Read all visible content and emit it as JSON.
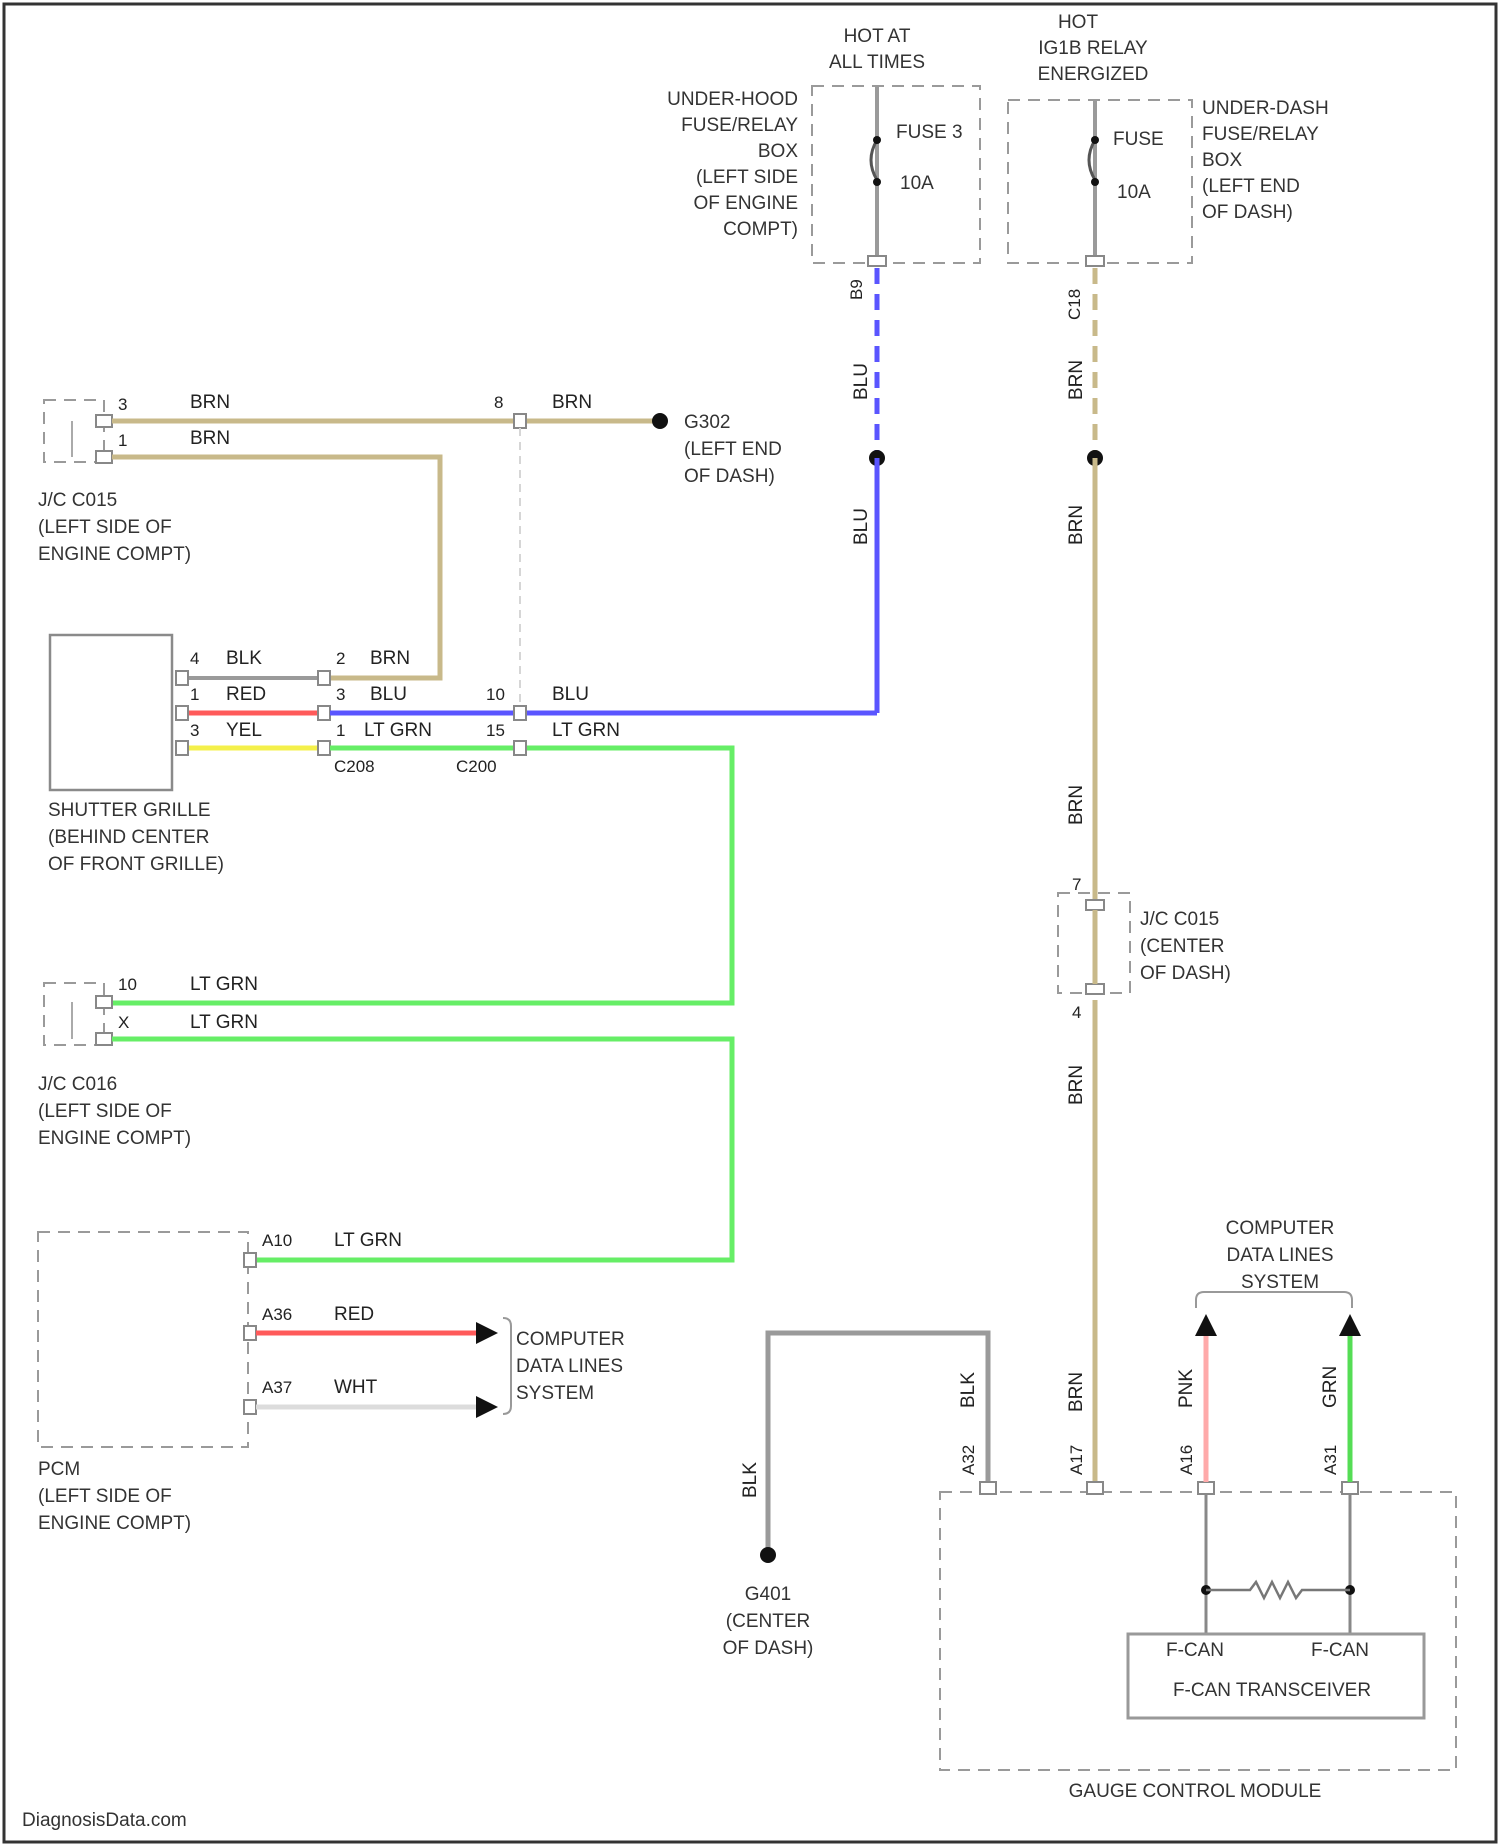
{
  "watermark": "DiagnosisData.com",
  "colors": {
    "BRN": "#c8b98a",
    "BLU": "#5a55ff",
    "LT GRN": "#66ee66",
    "RED": "#ff5a5a",
    "YEL": "#f4f04a",
    "BLK": "#9a9a9a",
    "WHT": "#dcdcdc",
    "PNK": "#ffaaaa",
    "GRN": "#55dd55"
  },
  "power": {
    "hot_at_all_times": [
      "HOT AT",
      "ALL TIMES"
    ],
    "hot_ig1b": [
      "HOT",
      "IG1B RELAY",
      "ENERGIZED"
    ],
    "fuse_left": [
      "FUSE 3",
      "10A"
    ],
    "fuse_right": [
      "FUSE",
      "10A"
    ],
    "underhood_box": [
      "UNDER-HOOD",
      "FUSE/RELAY",
      "BOX",
      "(LEFT SIDE",
      "OF ENGINE",
      "COMPT)"
    ],
    "underdash_box": [
      "UNDER-DASH",
      "FUSE/RELAY",
      "BOX",
      "(LEFT END",
      "OF DASH)"
    ],
    "pin_underhood": "B9",
    "pin_underdash": "C18"
  },
  "jc_c015_top": {
    "label": [
      "J/C C015",
      "(LEFT SIDE OF",
      "ENGINE COMPT)"
    ],
    "pin_a": "3",
    "pin_b": "1",
    "wire_a": "BRN",
    "wire_b": "BRN"
  },
  "g_top": {
    "pin": "8",
    "wire": "BRN",
    "label": [
      "G302",
      "(LEFT END",
      "OF DASH)"
    ]
  },
  "shutter": {
    "label": [
      "SHUTTER GRILLE",
      "(BEHIND CENTER",
      "OF FRONT GRILLE)"
    ],
    "rows": [
      {
        "pin": "4",
        "wire": "BLK",
        "c_pin": "2",
        "c_wire": "BRN"
      },
      {
        "pin": "1",
        "wire": "RED",
        "c_pin": "3",
        "c_wire": "BLU",
        "c2_pin": "10",
        "c2_wire": "BLU"
      },
      {
        "pin": "3",
        "wire": "YEL",
        "c_pin": "1",
        "c_wire": "LT GRN",
        "c2_pin": "15",
        "c2_wire": "LT GRN"
      }
    ],
    "conn_a": "C208",
    "conn_b": "C200"
  },
  "vertical_labels": {
    "blu_1": "BLU",
    "blu_2": "BLU",
    "brn_1": "BRN",
    "brn_2": "BRN",
    "brn_3": "BRN",
    "brn_4": "BRN",
    "brn_5": "BRN"
  },
  "jc_c015_center": {
    "label": [
      "J/C C015",
      "(CENTER",
      "OF DASH)"
    ],
    "pin_top": "7",
    "pin_bottom": "4"
  },
  "jc_c016": {
    "label": [
      "J/C C016",
      "(LEFT SIDE OF",
      "ENGINE COMPT)"
    ],
    "pin_a": "10",
    "pin_b": "X",
    "wire_a": "LT GRN",
    "wire_b": "LT GRN"
  },
  "pcm": {
    "label": [
      "PCM",
      "(LEFT SIDE OF",
      "ENGINE COMPT)"
    ],
    "rows": [
      {
        "pin": "A10",
        "wire": "LT GRN"
      },
      {
        "pin": "A36",
        "wire": "RED"
      },
      {
        "pin": "A37",
        "wire": "WHT"
      }
    ],
    "cdl": [
      "COMPUTER",
      "DATA LINES",
      "SYSTEM"
    ]
  },
  "ground_bottom": {
    "wire": "BLK",
    "label": [
      "G401",
      "(CENTER",
      "OF DASH)"
    ]
  },
  "gcm": {
    "title": "GAUGE CONTROL MODULE",
    "pins": [
      {
        "pin": "A32",
        "wire": "BLK"
      },
      {
        "pin": "A17",
        "wire": "BRN"
      },
      {
        "pin": "A16",
        "wire": "PNK"
      },
      {
        "pin": "A31",
        "wire": "GRN"
      }
    ],
    "cdl": [
      "COMPUTER",
      "DATA LINES",
      "SYSTEM"
    ],
    "transceiver": "F-CAN TRANSCEIVER",
    "can_left": "F-CAN",
    "can_right": "F-CAN"
  }
}
